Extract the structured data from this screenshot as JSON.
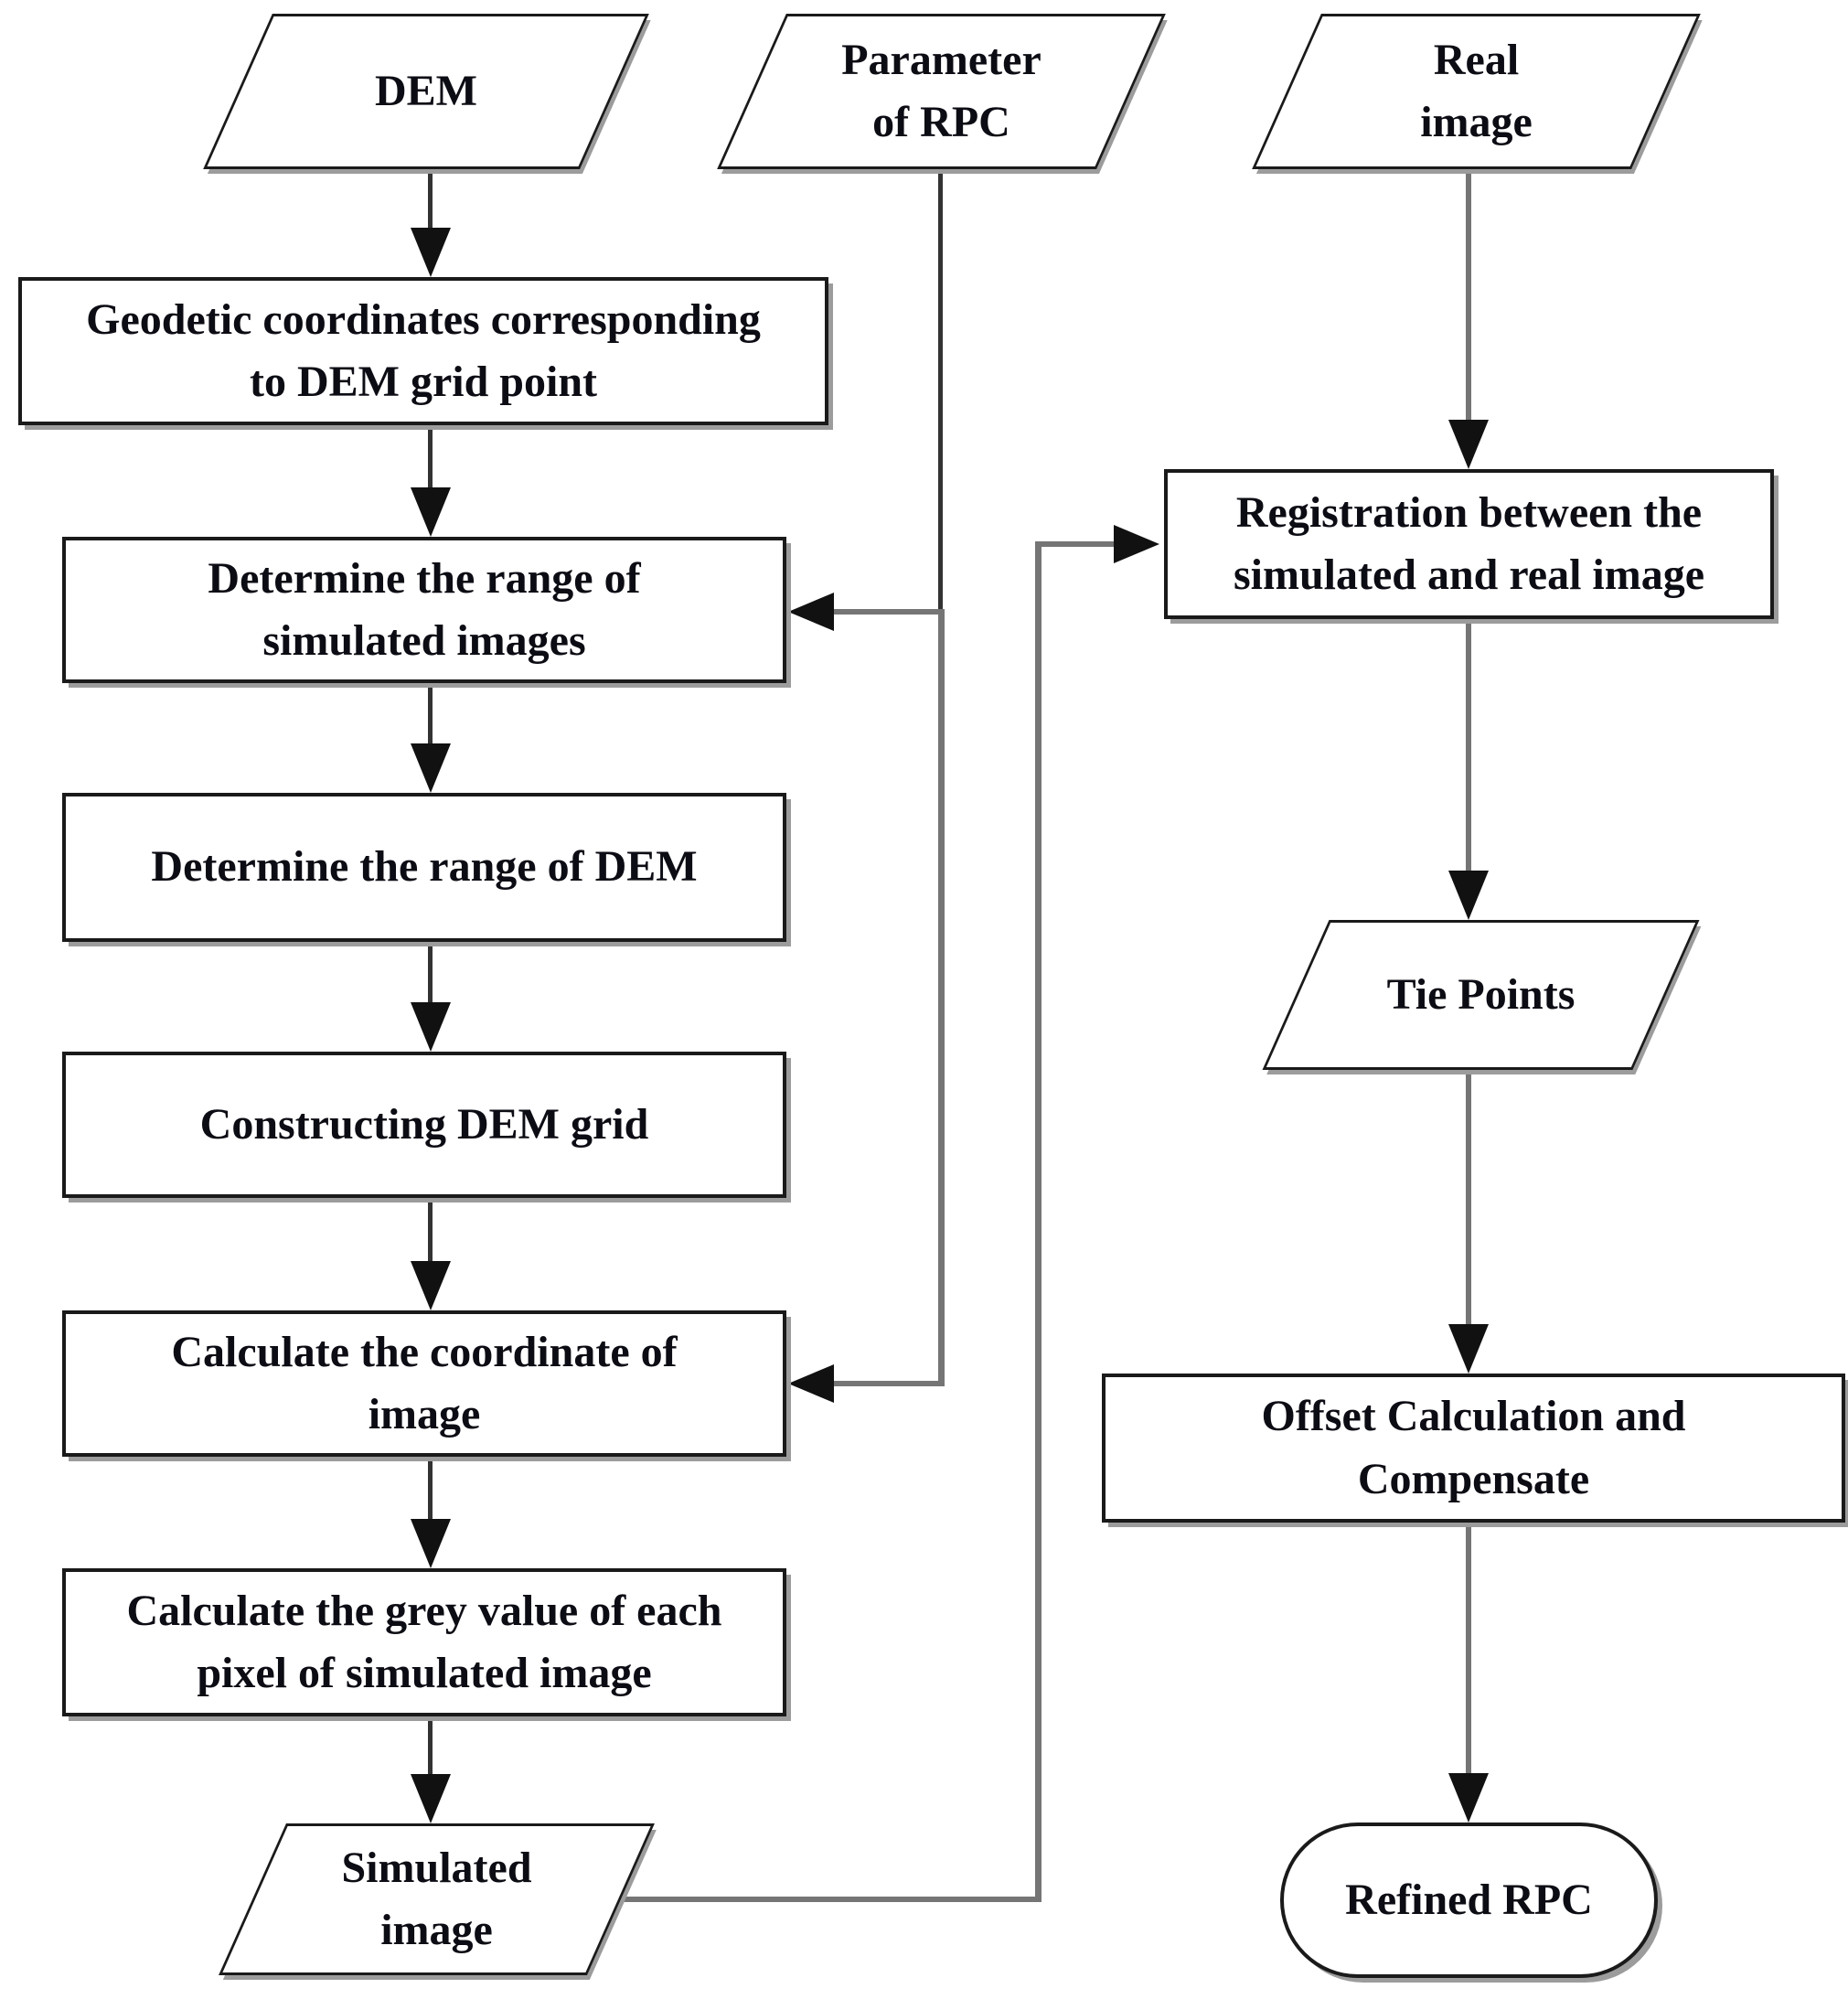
{
  "diagram": {
    "description": "Flowchart of RPC refinement using a DEM-based simulated image registered to a real image",
    "colors": {
      "background": "#ffffff",
      "shape_fill": "#ffffff",
      "shape_border": "#1a1a1a",
      "shape_shadow": "#9c9c9c",
      "connector_dark": "#333333",
      "connector_gray": "#757575",
      "arrowhead": "#111111",
      "text": "#0c0c14"
    },
    "nodes": {
      "dem": {
        "shape": "parallelogram",
        "label": "DEM"
      },
      "param_rpc": {
        "shape": "parallelogram",
        "label": "Parameter\nof RPC"
      },
      "real_image": {
        "shape": "parallelogram",
        "label": "Real\nimage"
      },
      "geodetic": {
        "shape": "rectangle",
        "label": "Geodetic coordinates corresponding\nto DEM grid point"
      },
      "range_sim": {
        "shape": "rectangle",
        "label": "Determine the range of\nsimulated images"
      },
      "range_dem": {
        "shape": "rectangle",
        "label": "Determine the range of DEM"
      },
      "construct_grid": {
        "shape": "rectangle",
        "label": "Constructing DEM grid"
      },
      "calc_coord": {
        "shape": "rectangle",
        "label": "Calculate the coordinate of\nimage"
      },
      "calc_grey": {
        "shape": "rectangle",
        "label": "Calculate the grey value of each\npixel of simulated image"
      },
      "sim_image": {
        "shape": "parallelogram",
        "label": "Simulated\nimage"
      },
      "registration": {
        "shape": "rectangle",
        "label": "Registration between the\nsimulated and real image"
      },
      "tie_points": {
        "shape": "parallelogram",
        "label": "Tie Points"
      },
      "offset_calc": {
        "shape": "rectangle",
        "label": "Offset Calculation and\nCompensate"
      },
      "refined_rpc": {
        "shape": "stadium",
        "label": "Refined RPC"
      }
    },
    "edges": [
      {
        "from": "dem",
        "to": "geodetic"
      },
      {
        "from": "geodetic",
        "to": "range_sim"
      },
      {
        "from": "range_sim",
        "to": "range_dem"
      },
      {
        "from": "range_dem",
        "to": "construct_grid"
      },
      {
        "from": "construct_grid",
        "to": "calc_coord"
      },
      {
        "from": "calc_coord",
        "to": "calc_grey"
      },
      {
        "from": "calc_grey",
        "to": "sim_image"
      },
      {
        "from": "param_rpc",
        "to": "range_sim"
      },
      {
        "from": "param_rpc",
        "to": "calc_coord"
      },
      {
        "from": "sim_image",
        "to": "registration"
      },
      {
        "from": "real_image",
        "to": "registration"
      },
      {
        "from": "registration",
        "to": "tie_points"
      },
      {
        "from": "tie_points",
        "to": "offset_calc"
      },
      {
        "from": "offset_calc",
        "to": "refined_rpc"
      }
    ]
  }
}
